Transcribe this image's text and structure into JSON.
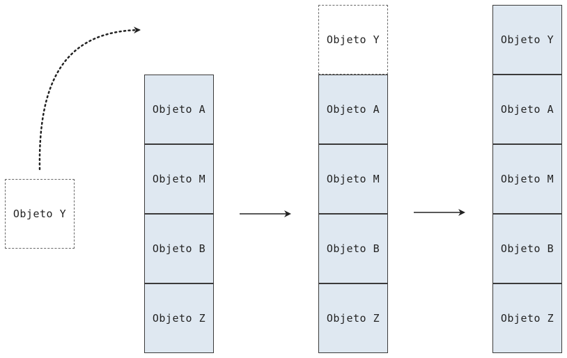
{
  "floating_object": {
    "label": "Objeto Y"
  },
  "stack_before": {
    "items": [
      "Objeto A",
      "Objeto M",
      "Objeto B",
      "Objeto Z"
    ]
  },
  "stack_pushing": {
    "incoming": "Objeto Y",
    "items": [
      "Objeto A",
      "Objeto M",
      "Objeto B",
      "Objeto Z"
    ]
  },
  "stack_after": {
    "items": [
      "Objeto Y",
      "Objeto A",
      "Objeto M",
      "Objeto B",
      "Objeto Z"
    ]
  },
  "colors": {
    "box_fill": "#dfe8f1",
    "border": "#3a3a3a",
    "arrow": "#222222"
  }
}
